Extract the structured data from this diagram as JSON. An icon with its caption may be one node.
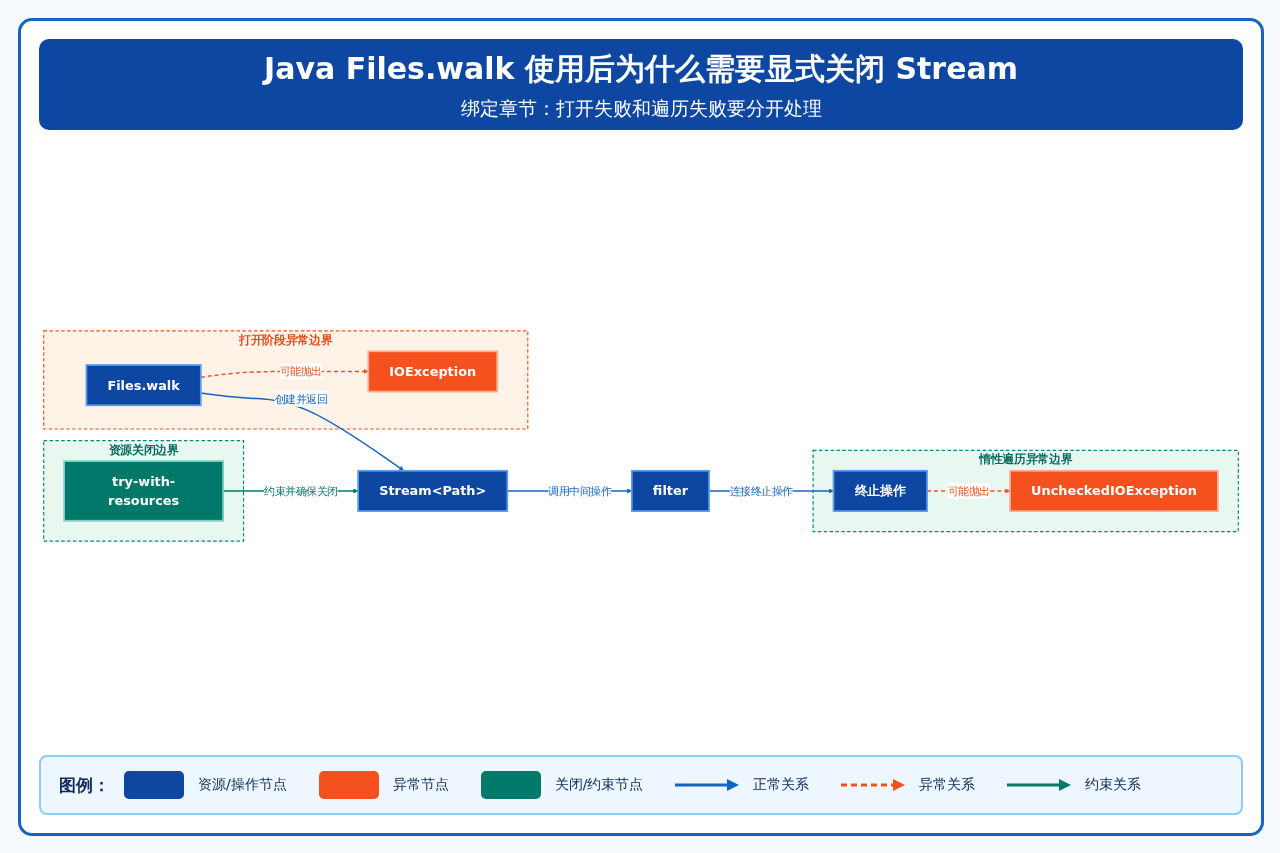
{
  "diagram": {
    "title": "Java Files.walk 使用后为什么需要显式关闭 Stream",
    "caption": "绑定章节：打开失败和遍历失败要分开处理",
    "nodes": [
      {
        "text": [
          "打开阶段异常边界"
        ]
      },
      {
        "text": [
          "Files.walk"
        ],
        "in": 0
      },
      {
        "text": [
          "IOException"
        ],
        "in": 0
      },
      {
        "text": [
          "Stream<Path>"
        ]
      },
      {
        "text": [
          "filter"
        ]
      },
      {
        "text": [
          "惰性遍历异常边界"
        ]
      },
      {
        "text": [
          "终止操作"
        ],
        "in": 5
      },
      {
        "text": [
          "UncheckedIOException"
        ],
        "in": 5
      },
      {
        "text": [
          "资源关闭边界"
        ]
      },
      {
        "text": [
          "try-with-resources"
        ],
        "in": 8
      }
    ],
    "edges": [
      {
        "from": 1,
        "to": 3,
        "arrow": "to",
        "label": "创建并返回"
      },
      {
        "from": 3,
        "to": 4,
        "arrow": "to",
        "label": "调用中间操作"
      },
      {
        "from": 4,
        "to": 6,
        "arrow": "to",
        "label": "连接终止操作"
      },
      {
        "from": 1,
        "to": 2,
        "arrow": "to",
        "label": "可能抛出",
        "style": "dashed",
        "color": "#f4511e"
      },
      {
        "from": 6,
        "to": 7,
        "arrow": "to",
        "label": "可能抛出",
        "style": "dashed",
        "color": "#f4511e"
      },
      {
        "from": 9,
        "to": 3,
        "arrow": "to",
        "label": "约束并确保关闭",
        "color": "#00796b"
      }
    ],
    "labels": [
      "图例："
    ],
    "legend": [
      {
        "text": "资源/操作节点",
        "color": "#0d47a1"
      },
      {
        "text": "异常节点",
        "color": "#f4511e"
      },
      {
        "text": "关闭/约束节点",
        "color": "#00796b"
      },
      {
        "text": "正常关系"
      },
      {
        "text": "异常关系"
      },
      {
        "text": "约束关系"
      }
    ]
  }
}
